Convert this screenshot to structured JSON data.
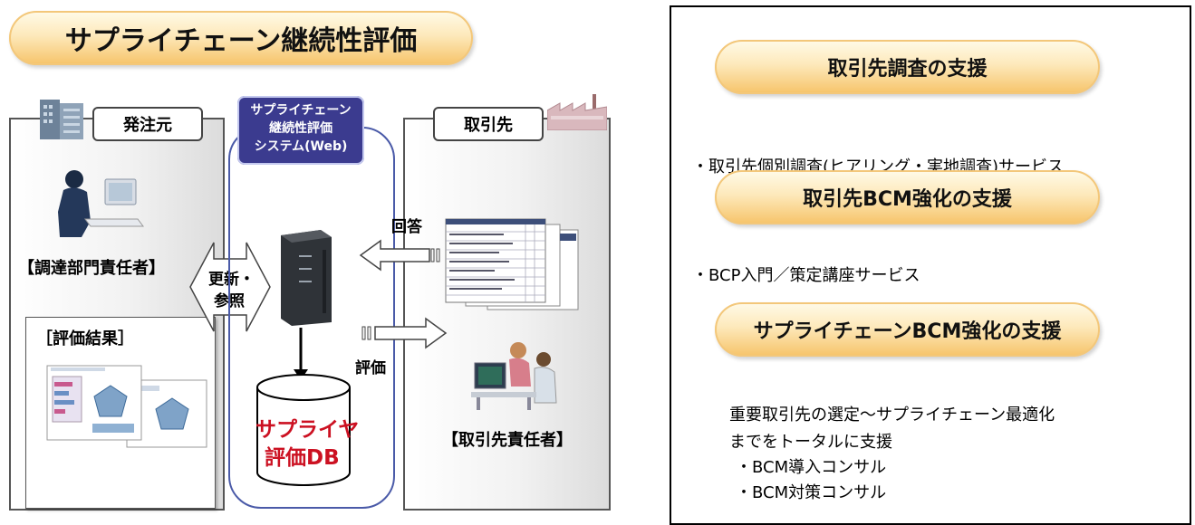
{
  "left": {
    "title": "サプライチェーン継続性評価",
    "orderer_tab": "発注元",
    "system_label_lines": [
      "サプライチェーン",
      "継続性評価",
      "システム(Web)"
    ],
    "supplier_tab": "取引先",
    "procurement_label": "【調達部門責任者】",
    "update_ref_lines": [
      "更新・",
      "参照"
    ],
    "answer_label": "回答",
    "evaluation_label": "評価",
    "result_label": "［評価結果］",
    "db_label_lines": [
      "サプライヤ",
      "評価DB"
    ],
    "supplier_person_label": "【取引先責任者】"
  },
  "right": {
    "section1_title": "取引先調査の支援",
    "section1_item": "・取引先個別調査(ヒアリング・実地調査)サービス",
    "section2_title": "取引先BCM強化の支援",
    "section2_item": "・BCP入門／策定講座サービス",
    "section3_title": "サプライチェーンBCM強化の支援",
    "section3_desc_lines": [
      "重要取引先の選定～サプライチェーン最適化",
      "までをトータルに支援"
    ],
    "section3_items": [
      "・BCM導入コンサル",
      "・BCM対策コンサル"
    ]
  },
  "colors": {
    "pill_gradient_top": "#fffbe9",
    "pill_gradient_bottom": "#f6c368",
    "system_box": "#3b3b8f",
    "db_text": "#cc1122",
    "system_outline": "#4a5aa8"
  }
}
